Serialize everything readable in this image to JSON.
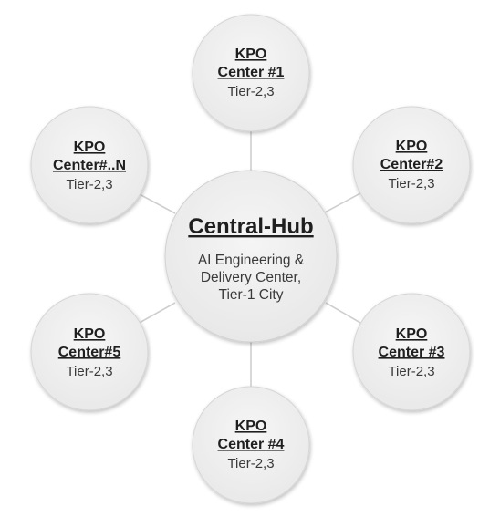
{
  "hub": {
    "title": "Central-Hub",
    "lines": [
      "AI Engineering &",
      "Delivery Center,",
      "Tier-1 City"
    ]
  },
  "centers": [
    {
      "id": "center-1",
      "title_lines": [
        "KPO",
        "Center #1"
      ],
      "tier": "Tier-2,3"
    },
    {
      "id": "center-2",
      "title_lines": [
        "KPO",
        "Center#2"
      ],
      "tier": "Tier-2,3"
    },
    {
      "id": "center-3",
      "title_lines": [
        "KPO",
        "Center #3"
      ],
      "tier": "Tier-2,3"
    },
    {
      "id": "center-4",
      "title_lines": [
        "KPO",
        "Center #4"
      ],
      "tier": "Tier-2,3"
    },
    {
      "id": "center-5",
      "title_lines": [
        "KPO",
        "Center#5"
      ],
      "tier": "Tier-2,3"
    },
    {
      "id": "center-n",
      "title_lines": [
        "KPO",
        "Center#..N"
      ],
      "tier": "Tier-2,3"
    }
  ],
  "colors": {
    "circle_fill": "#efefef",
    "connector": "#cfcfcf",
    "title_text": "#1f1f1f",
    "body_text": "#3a3a3a"
  }
}
